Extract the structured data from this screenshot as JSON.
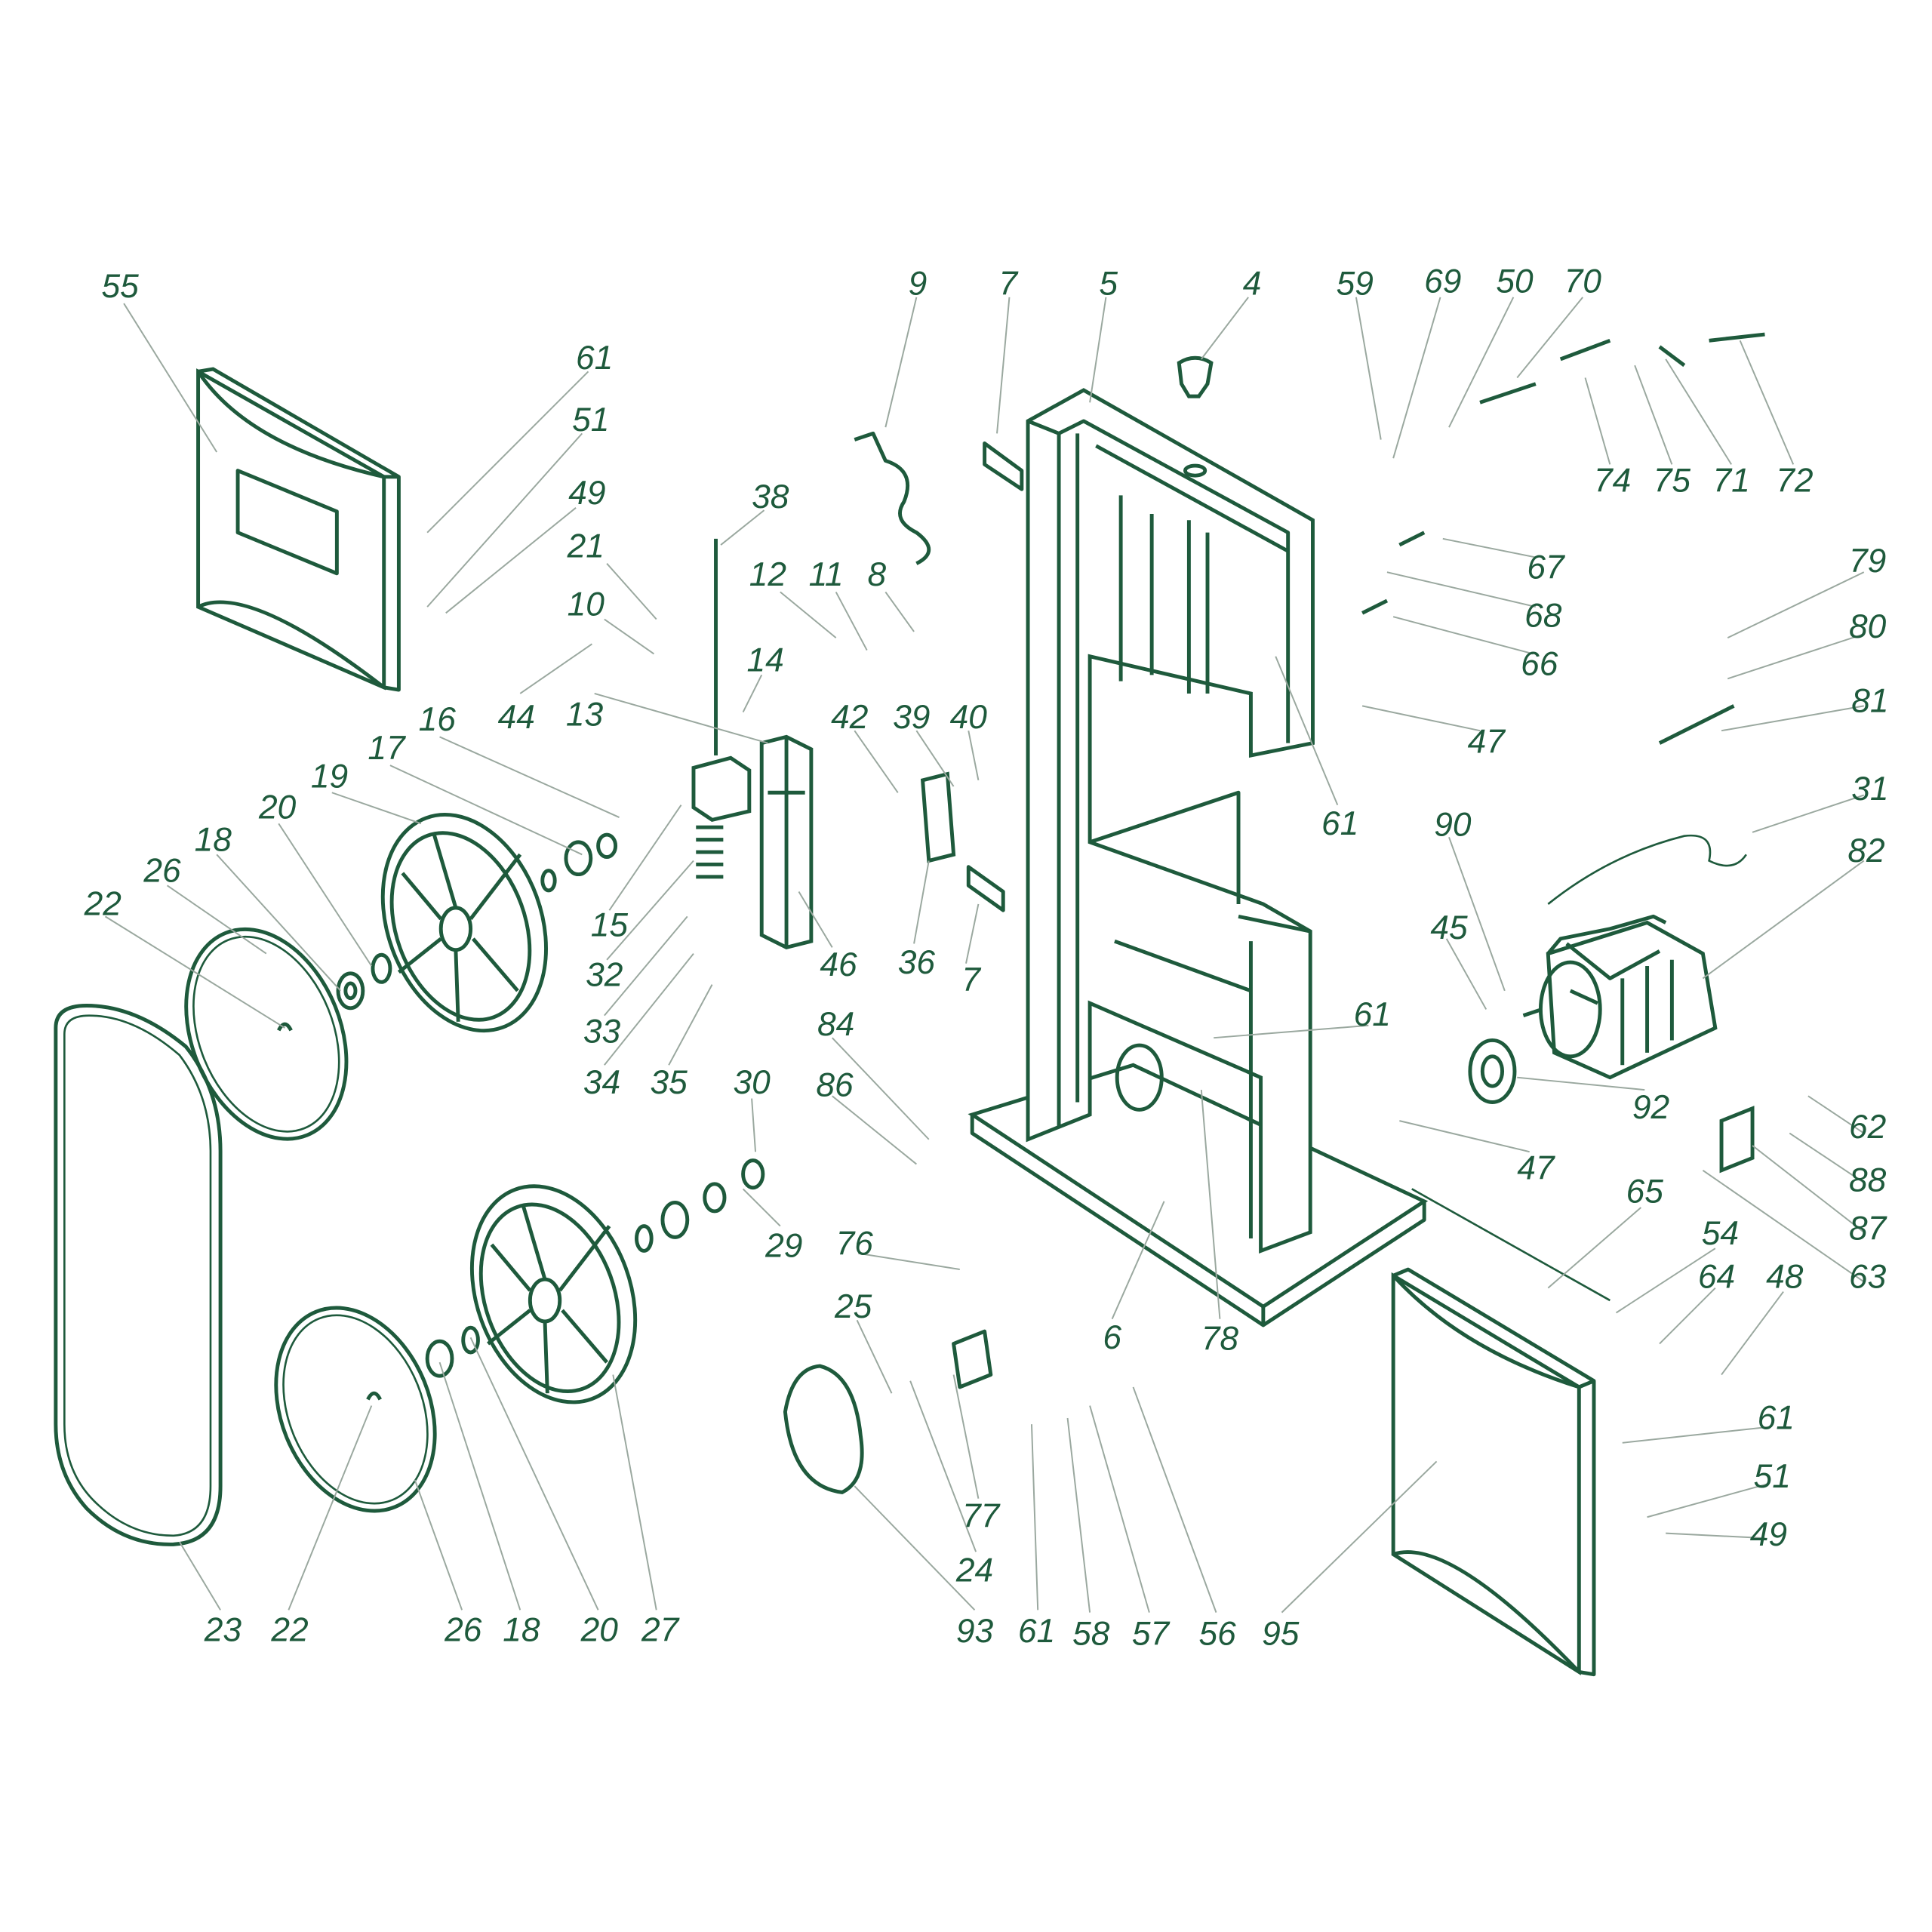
{
  "colors": {
    "line": "#1e5a3c",
    "leader": "#9aa89f",
    "background": "#ffffff"
  },
  "labels": [
    "55",
    "61",
    "51",
    "49",
    "38",
    "21",
    "10",
    "12",
    "11",
    "8",
    "14",
    "44",
    "13",
    "16",
    "17",
    "19",
    "20",
    "18",
    "26",
    "22",
    "15",
    "32",
    "33",
    "34",
    "35",
    "46",
    "36",
    "7",
    "42",
    "39",
    "40",
    "9",
    "7",
    "5",
    "4",
    "59",
    "69",
    "50",
    "70",
    "74",
    "75",
    "71",
    "72",
    "67",
    "68",
    "66",
    "79",
    "80",
    "47",
    "61",
    "81",
    "31",
    "90",
    "82",
    "45",
    "61",
    "92",
    "47",
    "84",
    "86",
    "30",
    "29",
    "76",
    "62",
    "88",
    "87",
    "63",
    "65",
    "54",
    "64",
    "48",
    "6",
    "78",
    "25",
    "77",
    "24",
    "61",
    "51",
    "49",
    "93",
    "61",
    "58",
    "57",
    "56",
    "95",
    "23",
    "22",
    "26",
    "18",
    "20",
    "27"
  ]
}
